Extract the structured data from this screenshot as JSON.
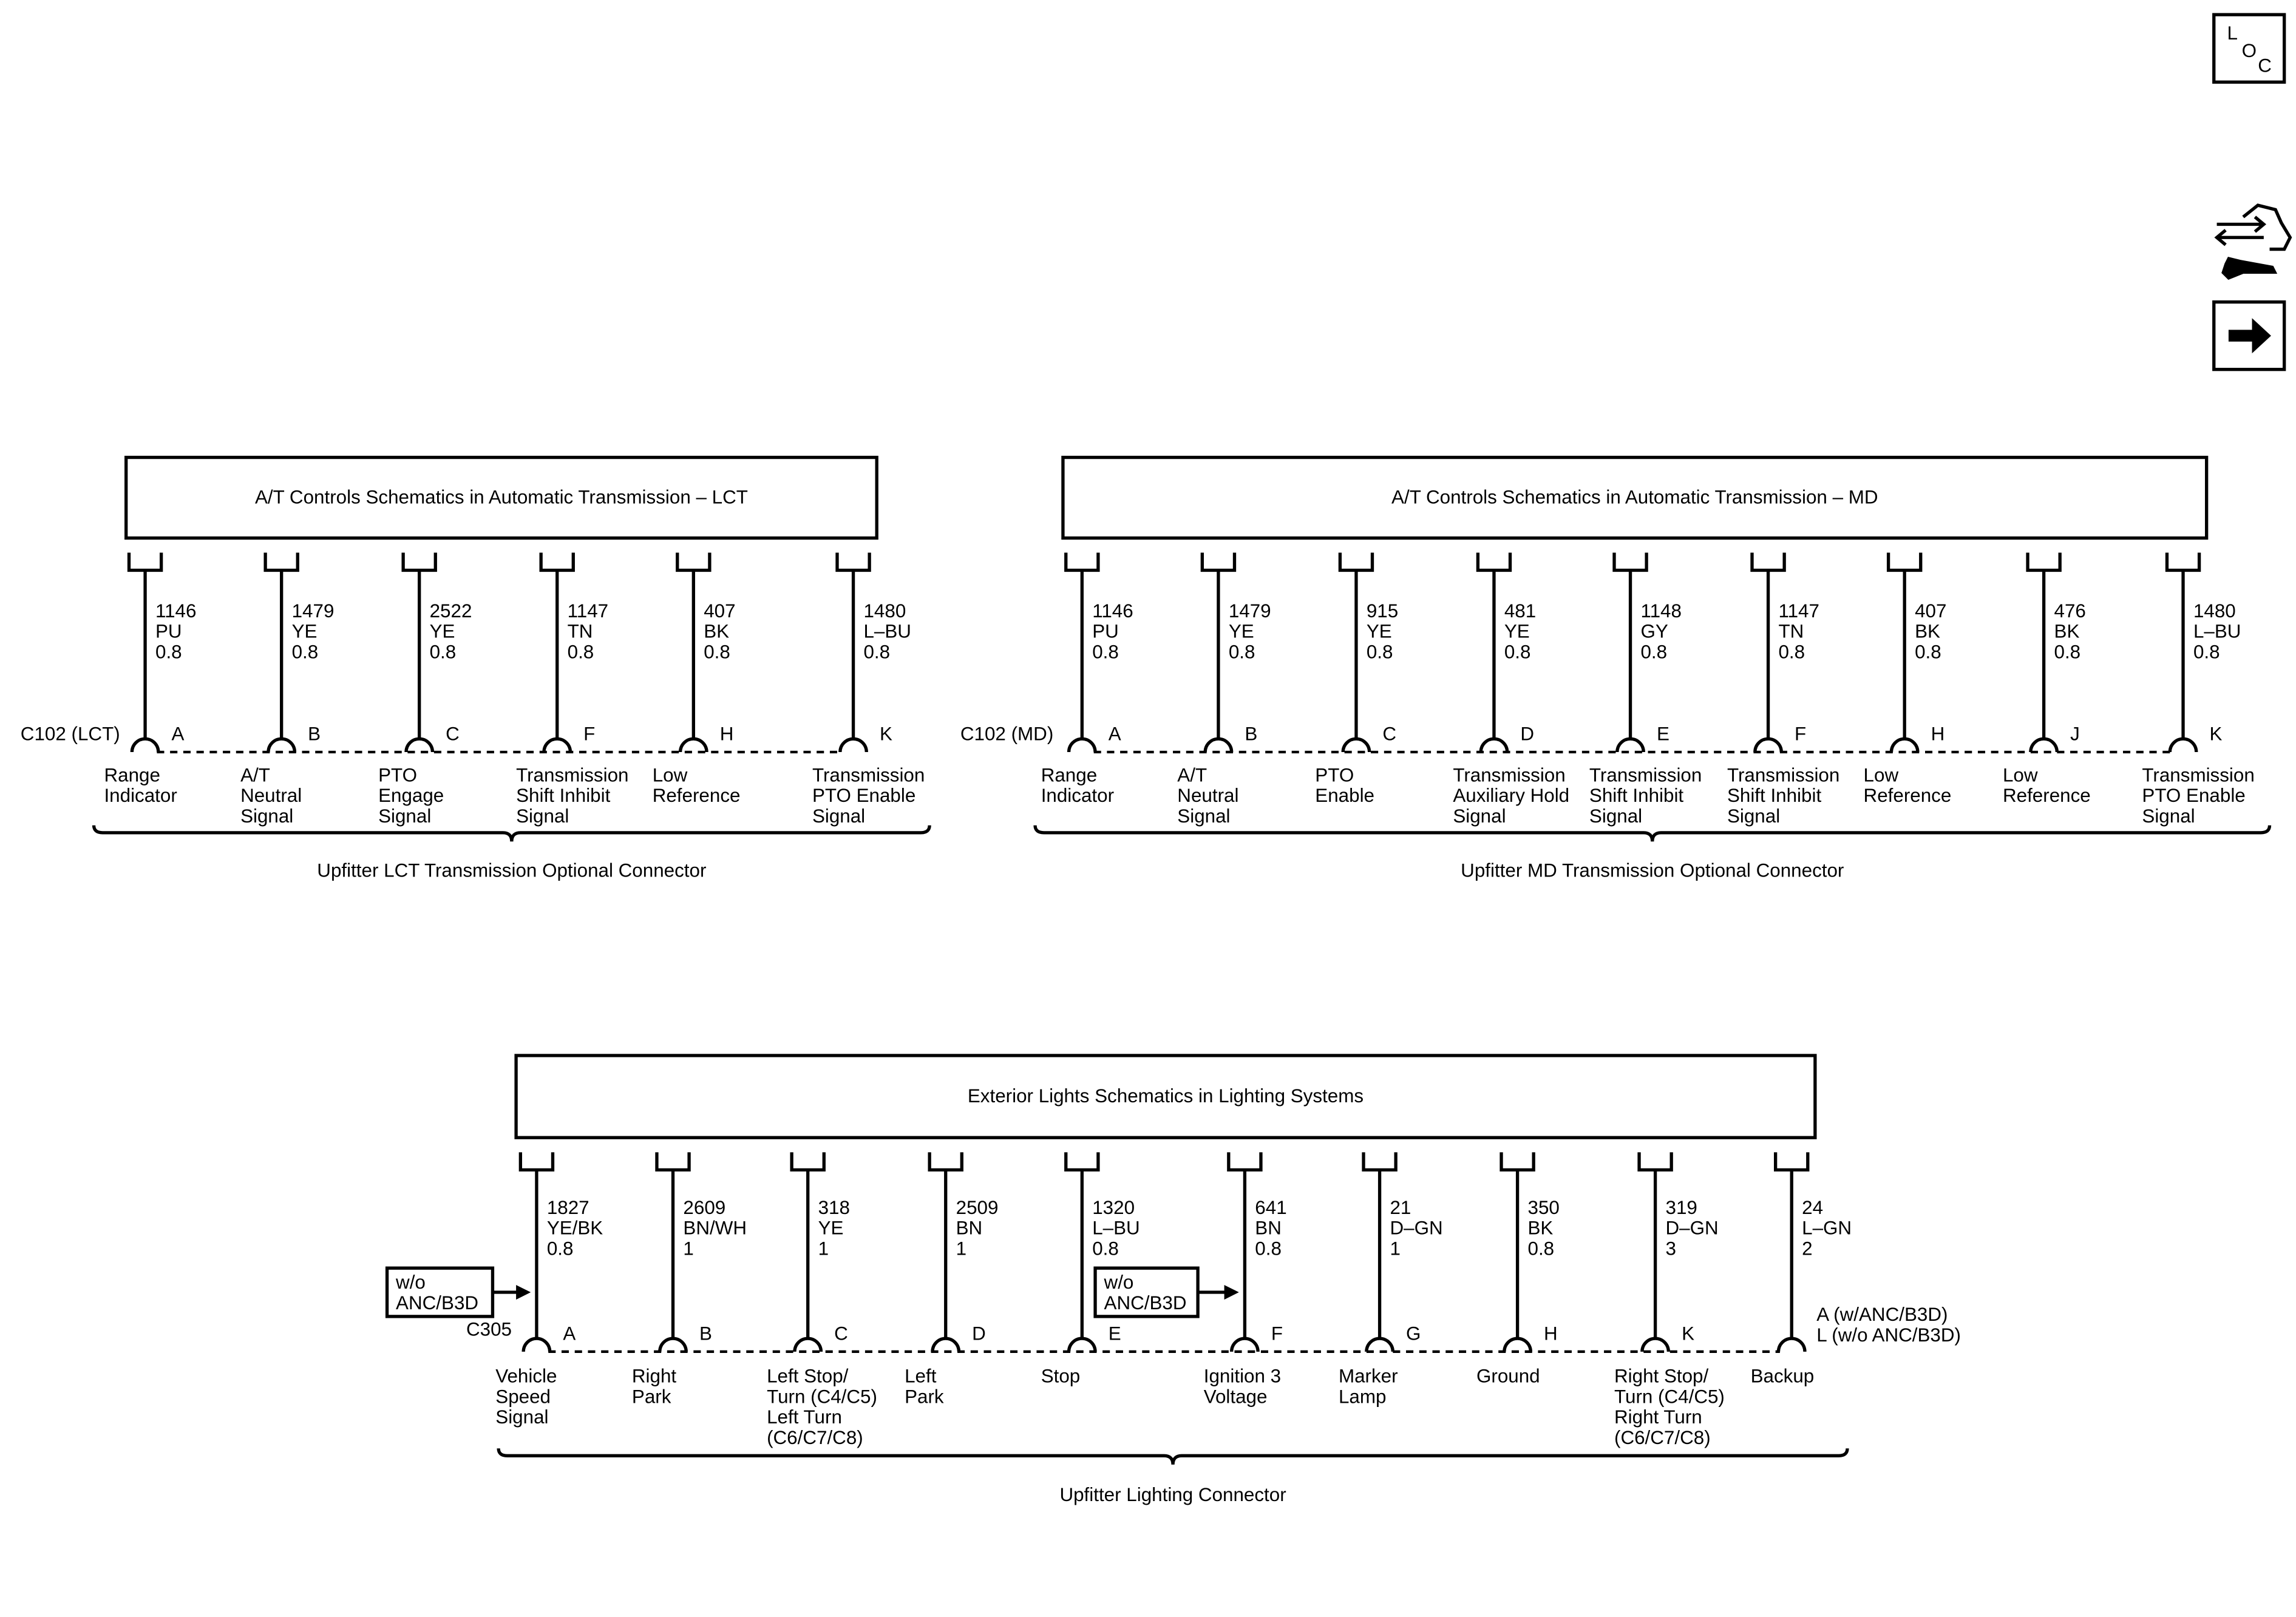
{
  "icons": {
    "loc": {
      "letters": [
        "L",
        "O",
        "C"
      ]
    },
    "navigation": [
      "wrench-arrow-icon",
      "right-arrow-icon"
    ]
  },
  "diagrams": [
    {
      "title": "A/T Controls Schematics in Automatic Transmission – LCT",
      "connector": "C102 (LCT)",
      "footer": "Upfitter LCT Transmission Optional Connector",
      "pins": [
        {
          "circuit": "1146",
          "color": "PU",
          "size": "0.8",
          "pin": "A",
          "label": [
            "Range",
            "Indicator"
          ]
        },
        {
          "circuit": "1479",
          "color": "YE",
          "size": "0.8",
          "pin": "B",
          "label": [
            "A/T",
            "Neutral",
            "Signal"
          ]
        },
        {
          "circuit": "2522",
          "color": "YE",
          "size": "0.8",
          "pin": "C",
          "label": [
            "PTO",
            "Engage",
            "Signal"
          ]
        },
        {
          "circuit": "1147",
          "color": "TN",
          "size": "0.8",
          "pin": "F",
          "label": [
            "Transmission",
            "Shift Inhibit",
            "Signal"
          ]
        },
        {
          "circuit": "407",
          "color": "BK",
          "size": "0.8",
          "pin": "H",
          "label": [
            "Low",
            "Reference"
          ]
        },
        {
          "circuit": "1480",
          "color": "L–BU",
          "size": "0.8",
          "pin": "K",
          "label": [
            "Transmission",
            "PTO Enable",
            "Signal"
          ]
        }
      ]
    },
    {
      "title": "A/T Controls Schematics in Automatic Transmission – MD",
      "connector": "C102 (MD)",
      "footer": "Upfitter MD Transmission Optional Connector",
      "pins": [
        {
          "circuit": "1146",
          "color": "PU",
          "size": "0.8",
          "pin": "A",
          "label": [
            "Range",
            "Indicator"
          ]
        },
        {
          "circuit": "1479",
          "color": "YE",
          "size": "0.8",
          "pin": "B",
          "label": [
            "A/T",
            "Neutral",
            "Signal"
          ]
        },
        {
          "circuit": "915",
          "color": "YE",
          "size": "0.8",
          "pin": "C",
          "label": [
            "PTO",
            "Enable"
          ]
        },
        {
          "circuit": "481",
          "color": "YE",
          "size": "0.8",
          "pin": "D",
          "label": [
            "Transmission",
            "Auxiliary Hold",
            "Signal"
          ]
        },
        {
          "circuit": "1148",
          "color": "GY",
          "size": "0.8",
          "pin": "E",
          "label": [
            "Transmission",
            "Shift Inhibit",
            "Signal"
          ]
        },
        {
          "circuit": "1147",
          "color": "TN",
          "size": "0.8",
          "pin": "F",
          "label": [
            "Transmission",
            "Shift Inhibit",
            "Signal"
          ]
        },
        {
          "circuit": "407",
          "color": "BK",
          "size": "0.8",
          "pin": "H",
          "label": [
            "Low",
            "Reference"
          ]
        },
        {
          "circuit": "476",
          "color": "BK",
          "size": "0.8",
          "pin": "J",
          "label": [
            "Low",
            "Reference"
          ]
        },
        {
          "circuit": "1480",
          "color": "L–BU",
          "size": "0.8",
          "pin": "K",
          "label": [
            "Transmission",
            "PTO Enable",
            "Signal"
          ]
        }
      ]
    },
    {
      "title": "Exterior Lights Schematics in Lighting Systems",
      "connector": "C305",
      "footer": "Upfitter Lighting Connector",
      "pins": [
        {
          "circuit": "1827",
          "color": "YE/BK",
          "size": "0.8",
          "pin": "A",
          "label": [
            "Vehicle",
            "Speed",
            "Signal"
          ]
        },
        {
          "circuit": "2609",
          "color": "BN/WH",
          "size": "1",
          "pin": "B",
          "label": [
            "Right",
            "Park"
          ]
        },
        {
          "circuit": "318",
          "color": "YE",
          "size": "1",
          "pin": "C",
          "label": [
            "Left Stop/",
            "Turn (C4/C5)",
            "Left Turn",
            "(C6/C7/C8)"
          ]
        },
        {
          "circuit": "2509",
          "color": "BN",
          "size": "1",
          "pin": "D",
          "label": [
            "Left",
            "Park"
          ]
        },
        {
          "circuit": "1320",
          "color": "L–BU",
          "size": "0.8",
          "pin": "E",
          "label": [
            "Stop"
          ]
        },
        {
          "circuit": "641",
          "color": "BN",
          "size": "0.8",
          "pin": "F",
          "label": [
            "Ignition 3",
            "Voltage"
          ]
        },
        {
          "circuit": "21",
          "color": "D–GN",
          "size": "1",
          "pin": "G",
          "label": [
            "Marker",
            "Lamp"
          ]
        },
        {
          "circuit": "350",
          "color": "BK",
          "size": "0.8",
          "pin": "H",
          "label": [
            "Ground"
          ]
        },
        {
          "circuit": "319",
          "color": "D–GN",
          "size": "3",
          "pin": "K",
          "label": [
            "Right Stop/",
            "Turn (C4/C5)",
            "Right Turn",
            "(C6/C7/C8)"
          ]
        },
        {
          "circuit": "24",
          "color": "L–GN",
          "size": "2",
          "pin": "",
          "label": [
            "Backup"
          ]
        }
      ],
      "notes": {
        "option_boxes": [
          [
            "w/o",
            "ANC/B3D"
          ],
          [
            "w/o",
            "ANC/B3D"
          ]
        ],
        "backup_pin": [
          "A (w/ANC/B3D)",
          "L (w/o ANC/B3D)"
        ]
      }
    }
  ]
}
